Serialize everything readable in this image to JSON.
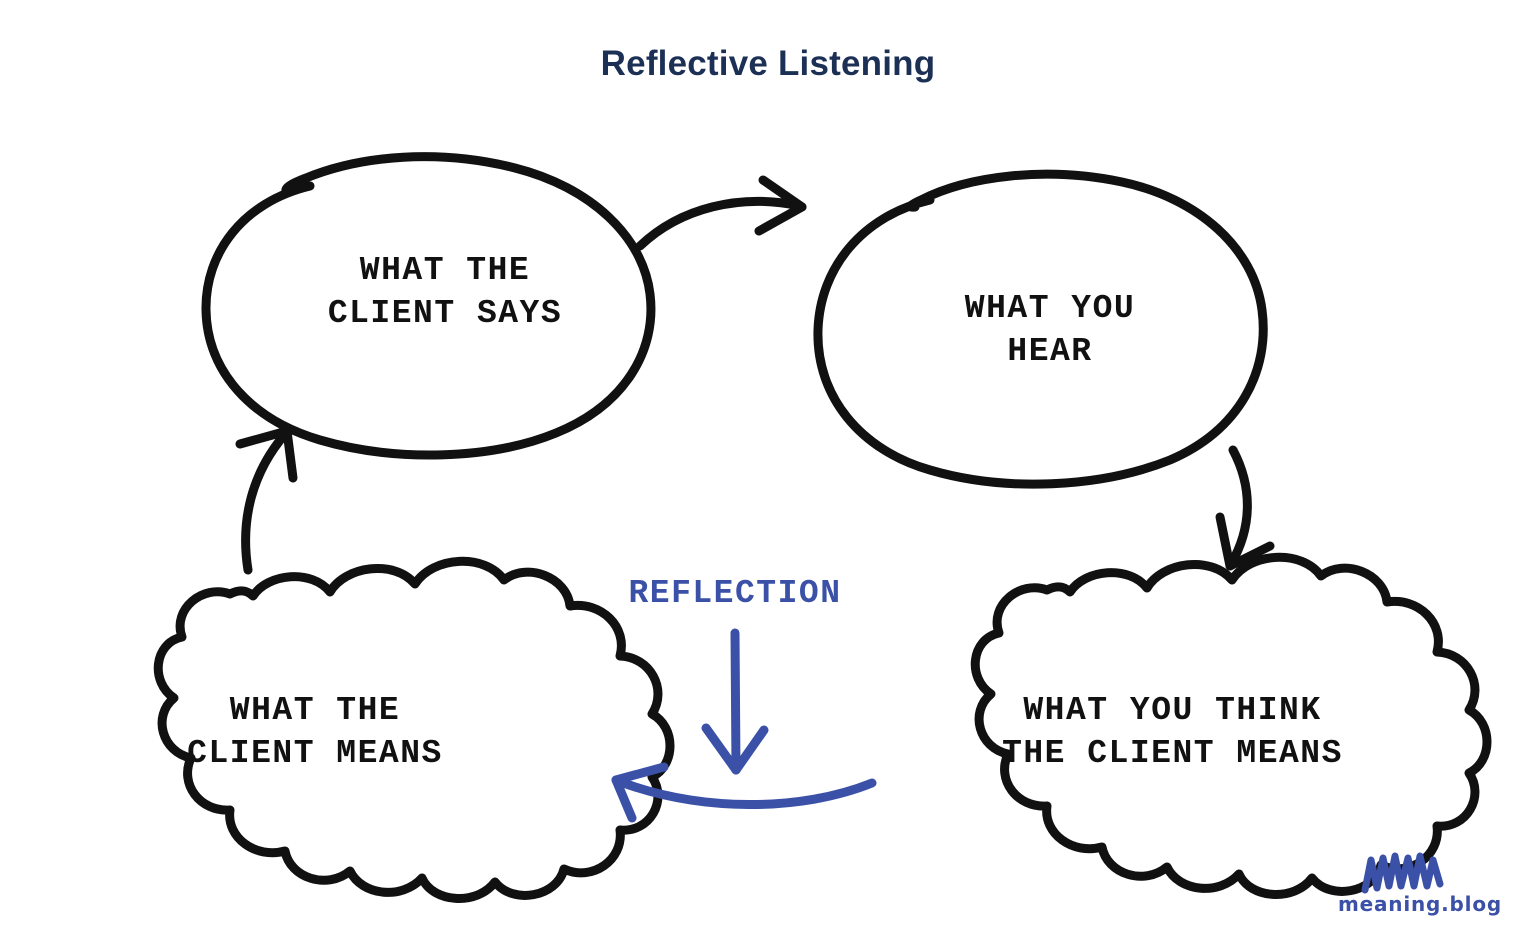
{
  "page": {
    "title": "Reflective Listening",
    "background_color": "#ffffff",
    "title_color": "#1c3055"
  },
  "colors": {
    "ink_black": "#111111",
    "accent_blue": "#3b51a8",
    "title_navy": "#1c3055"
  },
  "nodes": {
    "client_says": {
      "label": "WHAT THE\nCLIENT SAYS",
      "shape": "ellipse"
    },
    "you_hear": {
      "label": "WHAT YOU\nHEAR",
      "shape": "ellipse"
    },
    "client_means": {
      "label": "WHAT THE\nCLIENT MEANS",
      "shape": "cloud"
    },
    "think_client_means": {
      "label": "WHAT YOU THINK\nTHE CLIENT MEANS",
      "shape": "cloud"
    }
  },
  "annotations": {
    "reflection_label": "REFLECTION"
  },
  "arrows": [
    {
      "name": "says-to-hear",
      "color": "#111111",
      "direction": "right"
    },
    {
      "name": "hear-to-think",
      "color": "#111111",
      "direction": "down-left"
    },
    {
      "name": "reflection-down",
      "color": "#3b51a8",
      "direction": "down"
    },
    {
      "name": "think-to-means",
      "color": "#3b51a8",
      "direction": "left"
    },
    {
      "name": "means-to-says",
      "color": "#111111",
      "direction": "up"
    }
  ],
  "logo": {
    "wordmark": "meaning.blog",
    "mark": "squiggle-mark",
    "color": "#3b51a8"
  }
}
